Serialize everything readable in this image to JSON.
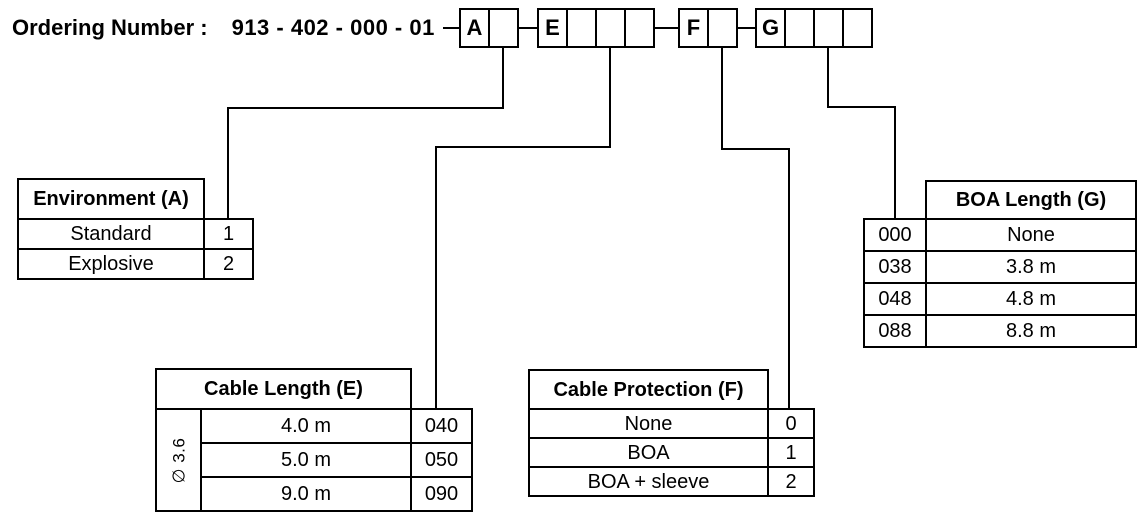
{
  "title": {
    "label": "Ordering Number :",
    "number": "913 - 402 - 000 - 01"
  },
  "code_boxes": {
    "groups": [
      {
        "letter": "A",
        "empty_cells": 1
      },
      {
        "letter": "E",
        "empty_cells": 3
      },
      {
        "letter": "F",
        "empty_cells": 1
      },
      {
        "letter": "G",
        "empty_cells": 3
      }
    ]
  },
  "tables": {
    "environment": {
      "header": "Environment (A)",
      "rows": [
        {
          "label": "Standard",
          "code": "1"
        },
        {
          "label": "Explosive",
          "code": "2"
        }
      ]
    },
    "cable_length": {
      "header": "Cable Length (E)",
      "diameter_note": "∅ 3.6",
      "rows": [
        {
          "label": "4.0 m",
          "code": "040"
        },
        {
          "label": "5.0 m",
          "code": "050"
        },
        {
          "label": "9.0 m",
          "code": "090"
        }
      ]
    },
    "cable_protection": {
      "header": "Cable Protection (F)",
      "rows": [
        {
          "label": "None",
          "code": "0"
        },
        {
          "label": "BOA",
          "code": "1"
        },
        {
          "label": "BOA + sleeve",
          "code": "2"
        }
      ]
    },
    "boa_length": {
      "header": "BOA Length (G)",
      "rows": [
        {
          "code": "000",
          "label": "None"
        },
        {
          "code": "038",
          "label": "3.8 m"
        },
        {
          "code": "048",
          "label": "4.8 m"
        },
        {
          "code": "088",
          "label": "8.8 m"
        }
      ]
    }
  },
  "colors": {
    "line": "#000000",
    "background": "#ffffff"
  }
}
